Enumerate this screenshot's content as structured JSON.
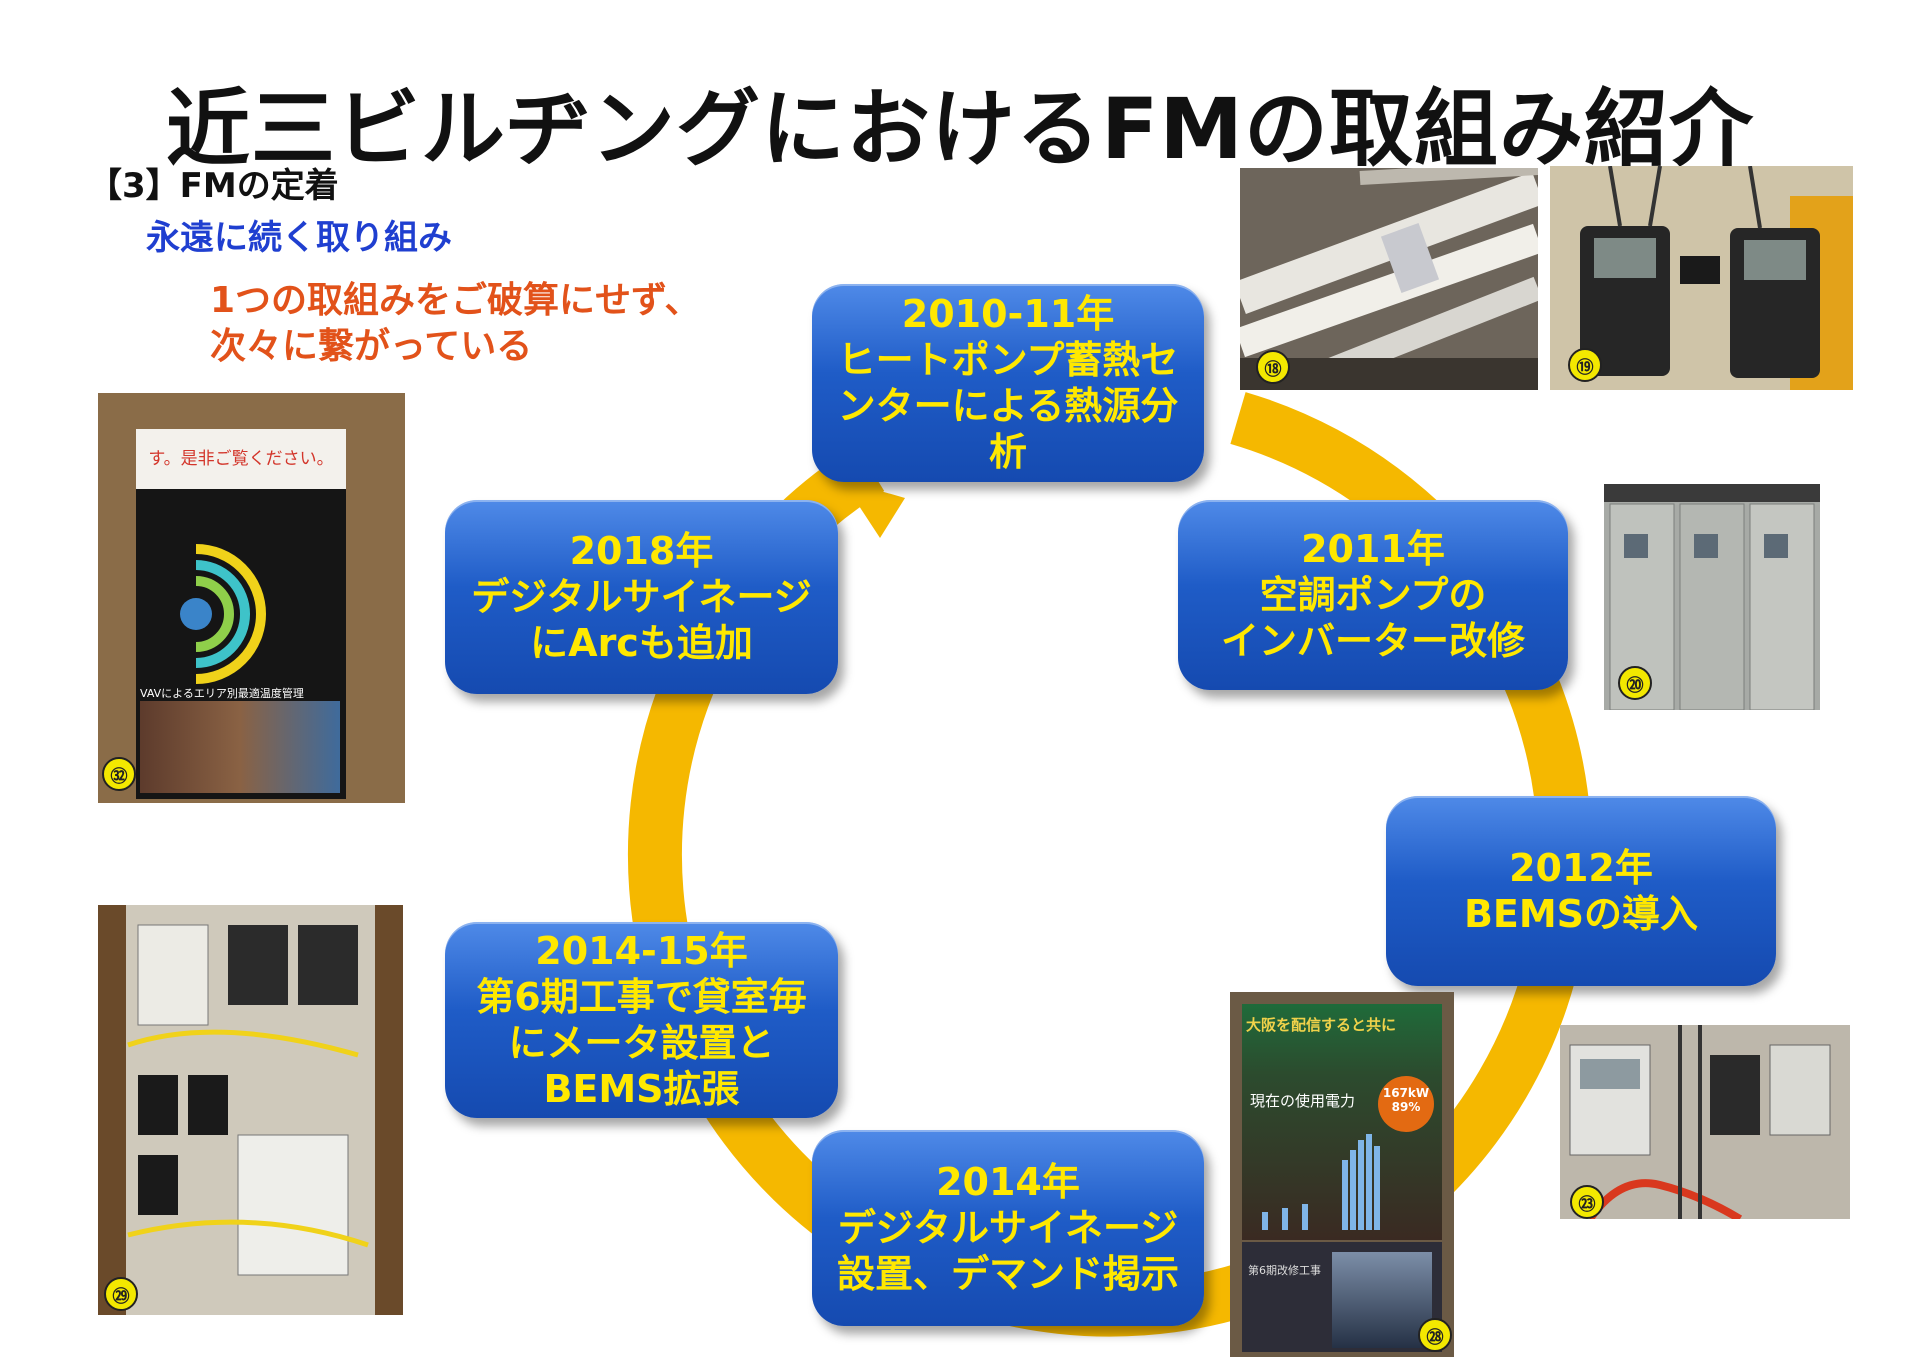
{
  "title": "近三ビルヂングにおけるFMの取組み紹介",
  "section": "【3】FMの定着",
  "subtitle": "永遠に続く取り組み",
  "note_lines": [
    "1つの取組みをご破算にせず、",
    "次々に繋がっている"
  ],
  "colors": {
    "box_text": "#ffe800",
    "box_fill": "#1f5cc7",
    "arrow": "#f5b800",
    "subtitle": "#1f3fd0",
    "note": "#e2521a"
  },
  "steps": [
    {
      "lines": [
        "2010-11年",
        "ヒートポンプ蓄熱セ",
        "ンターによる熱源分",
        "析"
      ]
    },
    {
      "lines": [
        "2011年",
        "空調ポンプの",
        "インバーター改修"
      ]
    },
    {
      "lines": [
        "2012年",
        "BEMSの導入"
      ]
    },
    {
      "lines": [
        "2014年",
        "デジタルサイネージ",
        "設置、デマンド掲示"
      ]
    },
    {
      "lines": [
        "2014-15年",
        "第6期工事で貸室毎",
        "にメータ設置と",
        "BEMS拡張"
      ]
    },
    {
      "lines": [
        "2018年",
        "デジタルサイネージ",
        "にArcも追加"
      ]
    }
  ],
  "photos": [
    {
      "num": "⑱",
      "desc": "ceiling-pipes-photo"
    },
    {
      "num": "⑲",
      "desc": "measuring-instruments-photo"
    },
    {
      "num": "⑳",
      "desc": "inverter-panel-photo"
    },
    {
      "num": "㉓",
      "desc": "meter-panel-photo"
    },
    {
      "num": "㉘",
      "desc": "signage-demand-photo"
    },
    {
      "num": "㉙",
      "desc": "breaker-panel-photo"
    },
    {
      "num": "㉜",
      "desc": "signage-arc-photo"
    }
  ],
  "signage_demand": {
    "header": "大阪を配信すると共に",
    "label": "現在の使用電力",
    "value": "167kW",
    "percent": "89%",
    "footer": "第6期改修工事"
  },
  "signage_arc": {
    "header": "す。是非ご覧ください。",
    "footer": "VAVによるエリア別最適温度管理"
  }
}
